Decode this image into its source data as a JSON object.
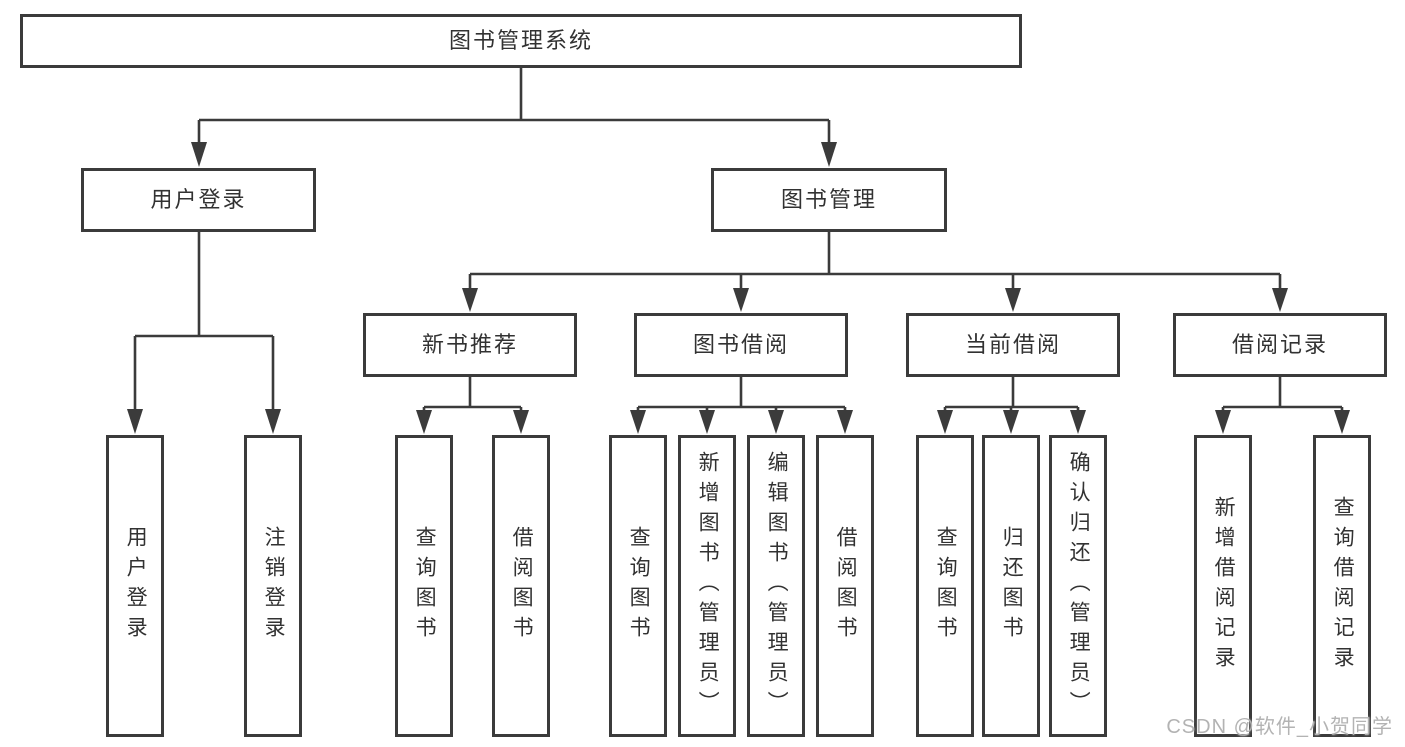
{
  "diagram_type": "hierarchy-tree",
  "colors": {
    "background": "#ffffff",
    "box_border": "#3b3b3b",
    "connector": "#3b3b3b",
    "text": "#323232",
    "watermark": "#b3b3b3"
  },
  "watermark": {
    "text": "CSDN @软件_小贺同学"
  },
  "tree": {
    "label": "图书管理系统",
    "children": [
      {
        "label": "用户登录",
        "children": [
          {
            "label": "用户登录"
          },
          {
            "label": "注销登录"
          }
        ]
      },
      {
        "label": "图书管理",
        "children": [
          {
            "label": "新书推荐",
            "children": [
              {
                "label": "查询图书"
              },
              {
                "label": "借阅图书"
              }
            ]
          },
          {
            "label": "图书借阅",
            "children": [
              {
                "label": "查询图书"
              },
              {
                "label": "新增图书（管理员）"
              },
              {
                "label": "编辑图书（管理员）"
              },
              {
                "label": "借阅图书"
              }
            ]
          },
          {
            "label": "当前借阅",
            "children": [
              {
                "label": "查询图书"
              },
              {
                "label": "归还图书"
              },
              {
                "label": "确认归还（管理员）"
              }
            ]
          },
          {
            "label": "借阅记录",
            "children": [
              {
                "label": "新增借阅记录"
              },
              {
                "label": "查询借阅记录"
              }
            ]
          }
        ]
      }
    ]
  }
}
